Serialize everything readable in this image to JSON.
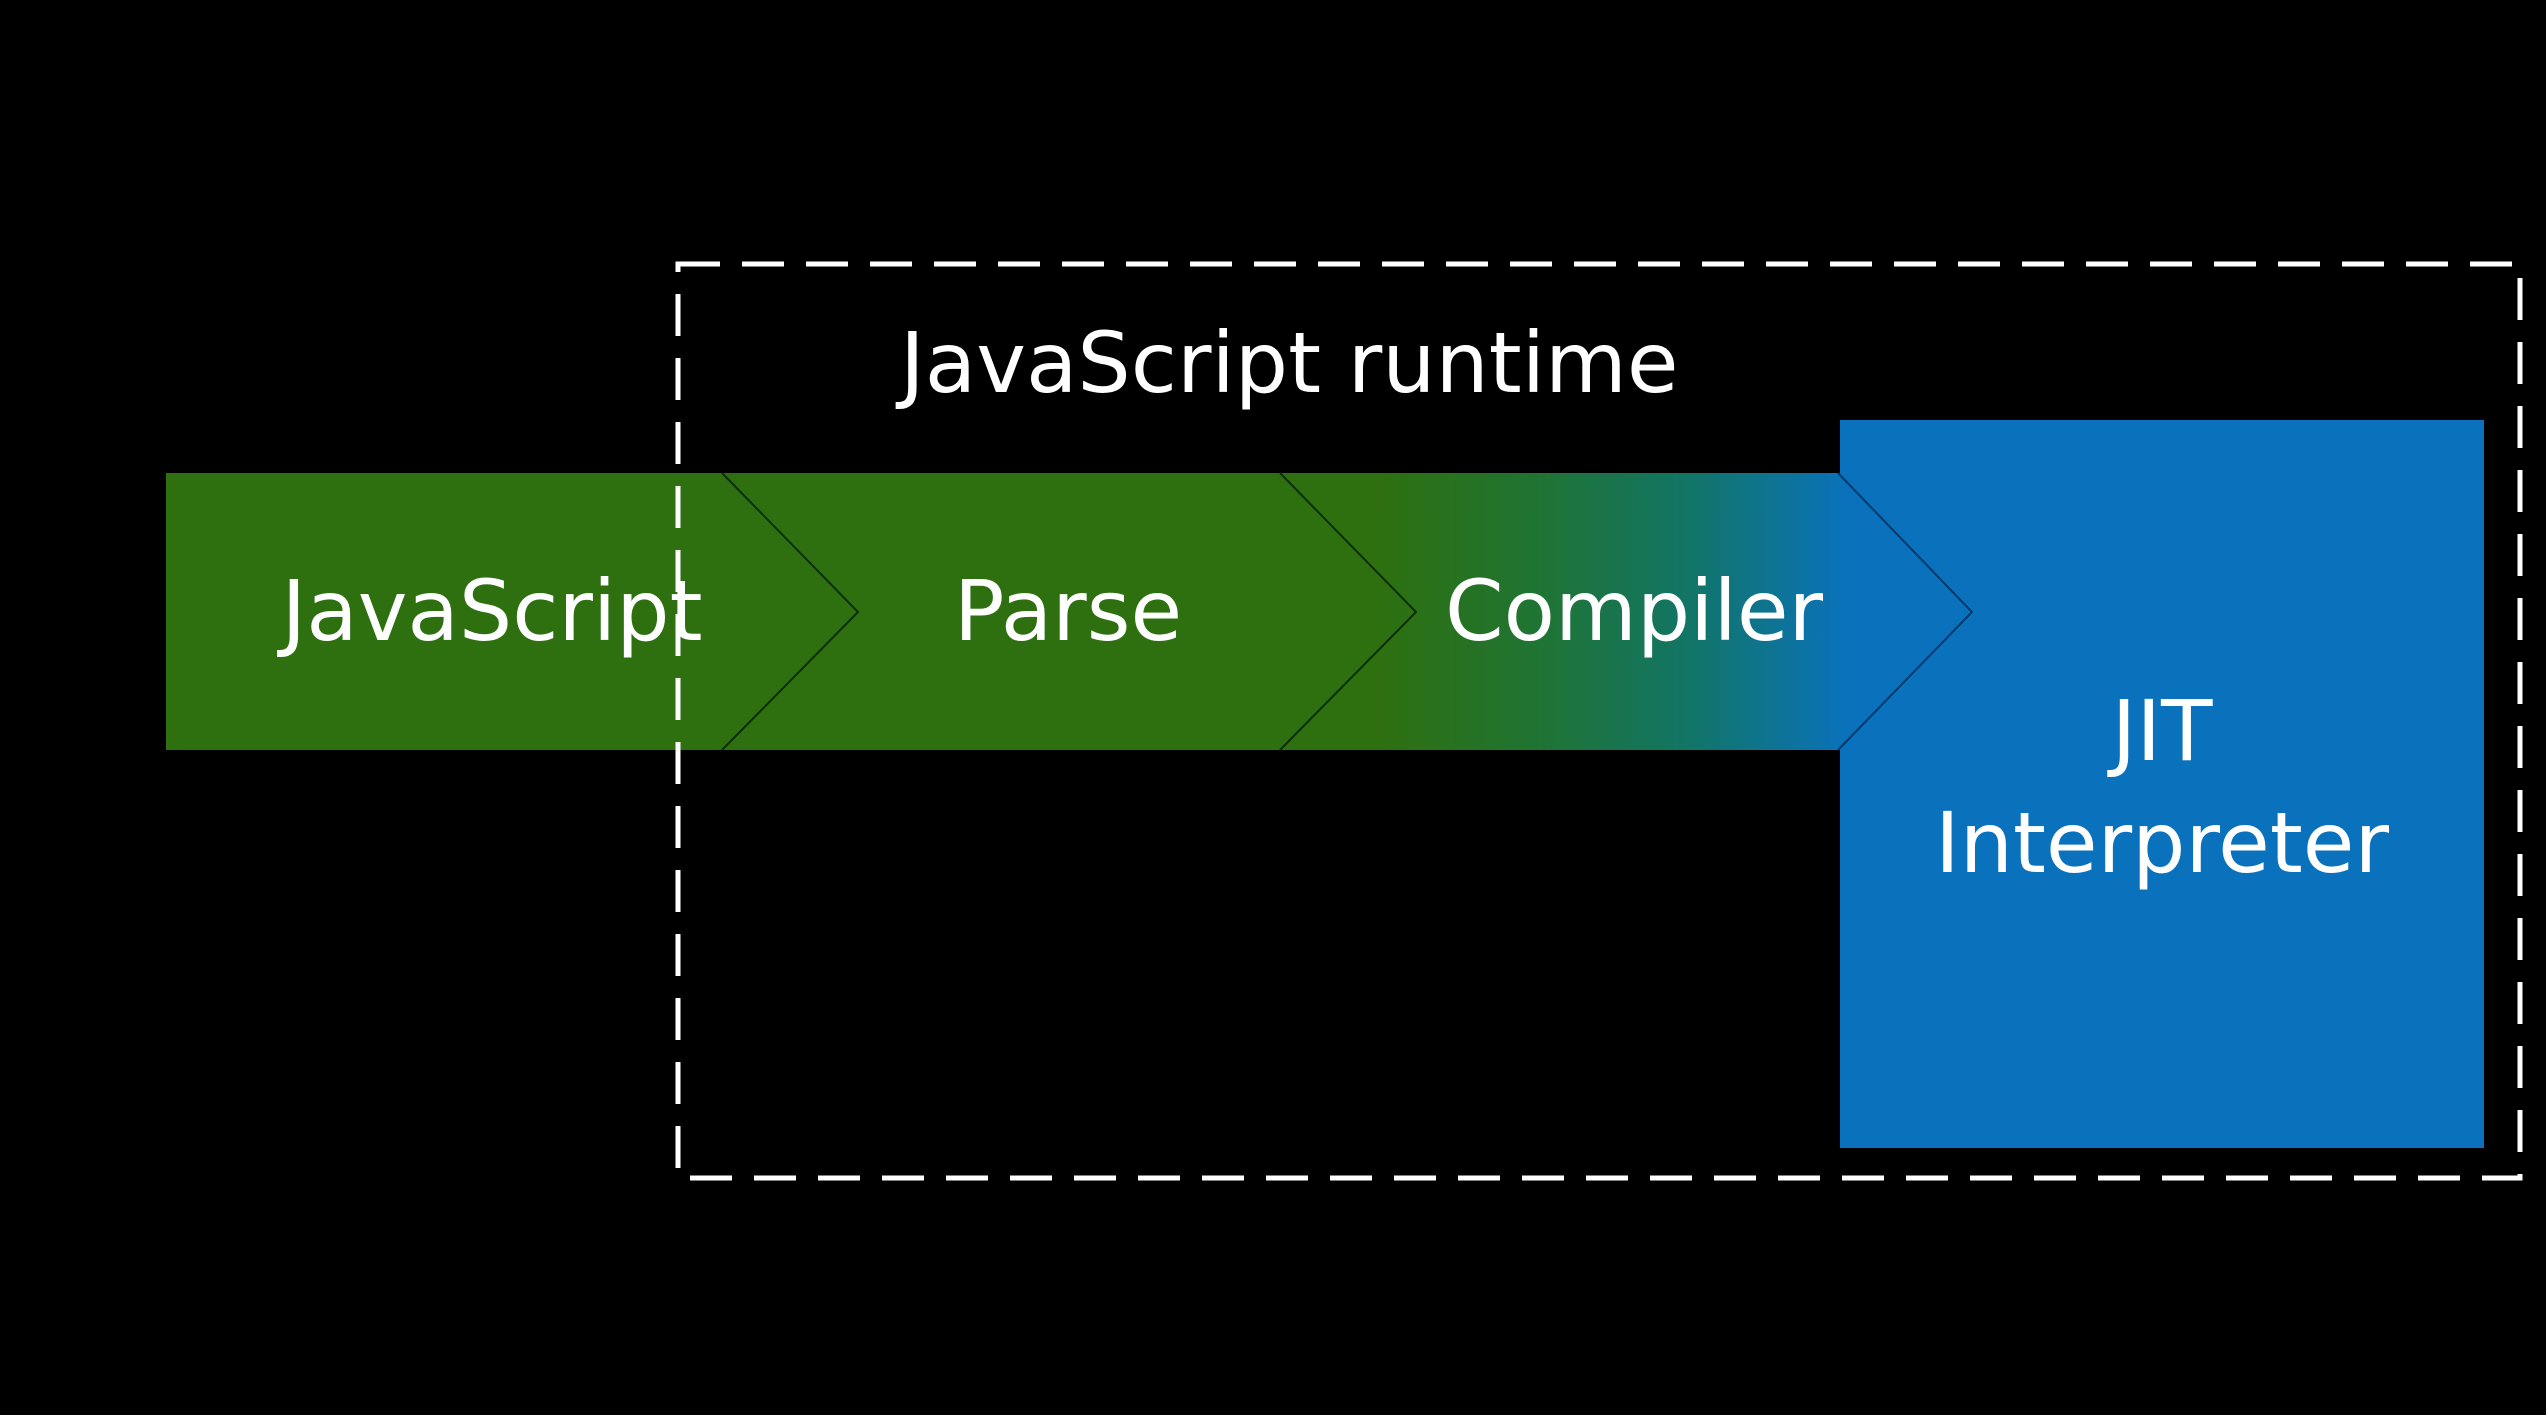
{
  "diagram": {
    "runtime_label": "JavaScript runtime",
    "steps": [
      "JavaScript",
      "Parse",
      "Compiler"
    ],
    "target_lines": [
      "JIT",
      "Interpreter"
    ]
  },
  "colors": {
    "background": "#000000",
    "green": "#2e7010",
    "blue": "#0a72bd",
    "boundary": "#ffffff",
    "text": "#ffffff"
  }
}
